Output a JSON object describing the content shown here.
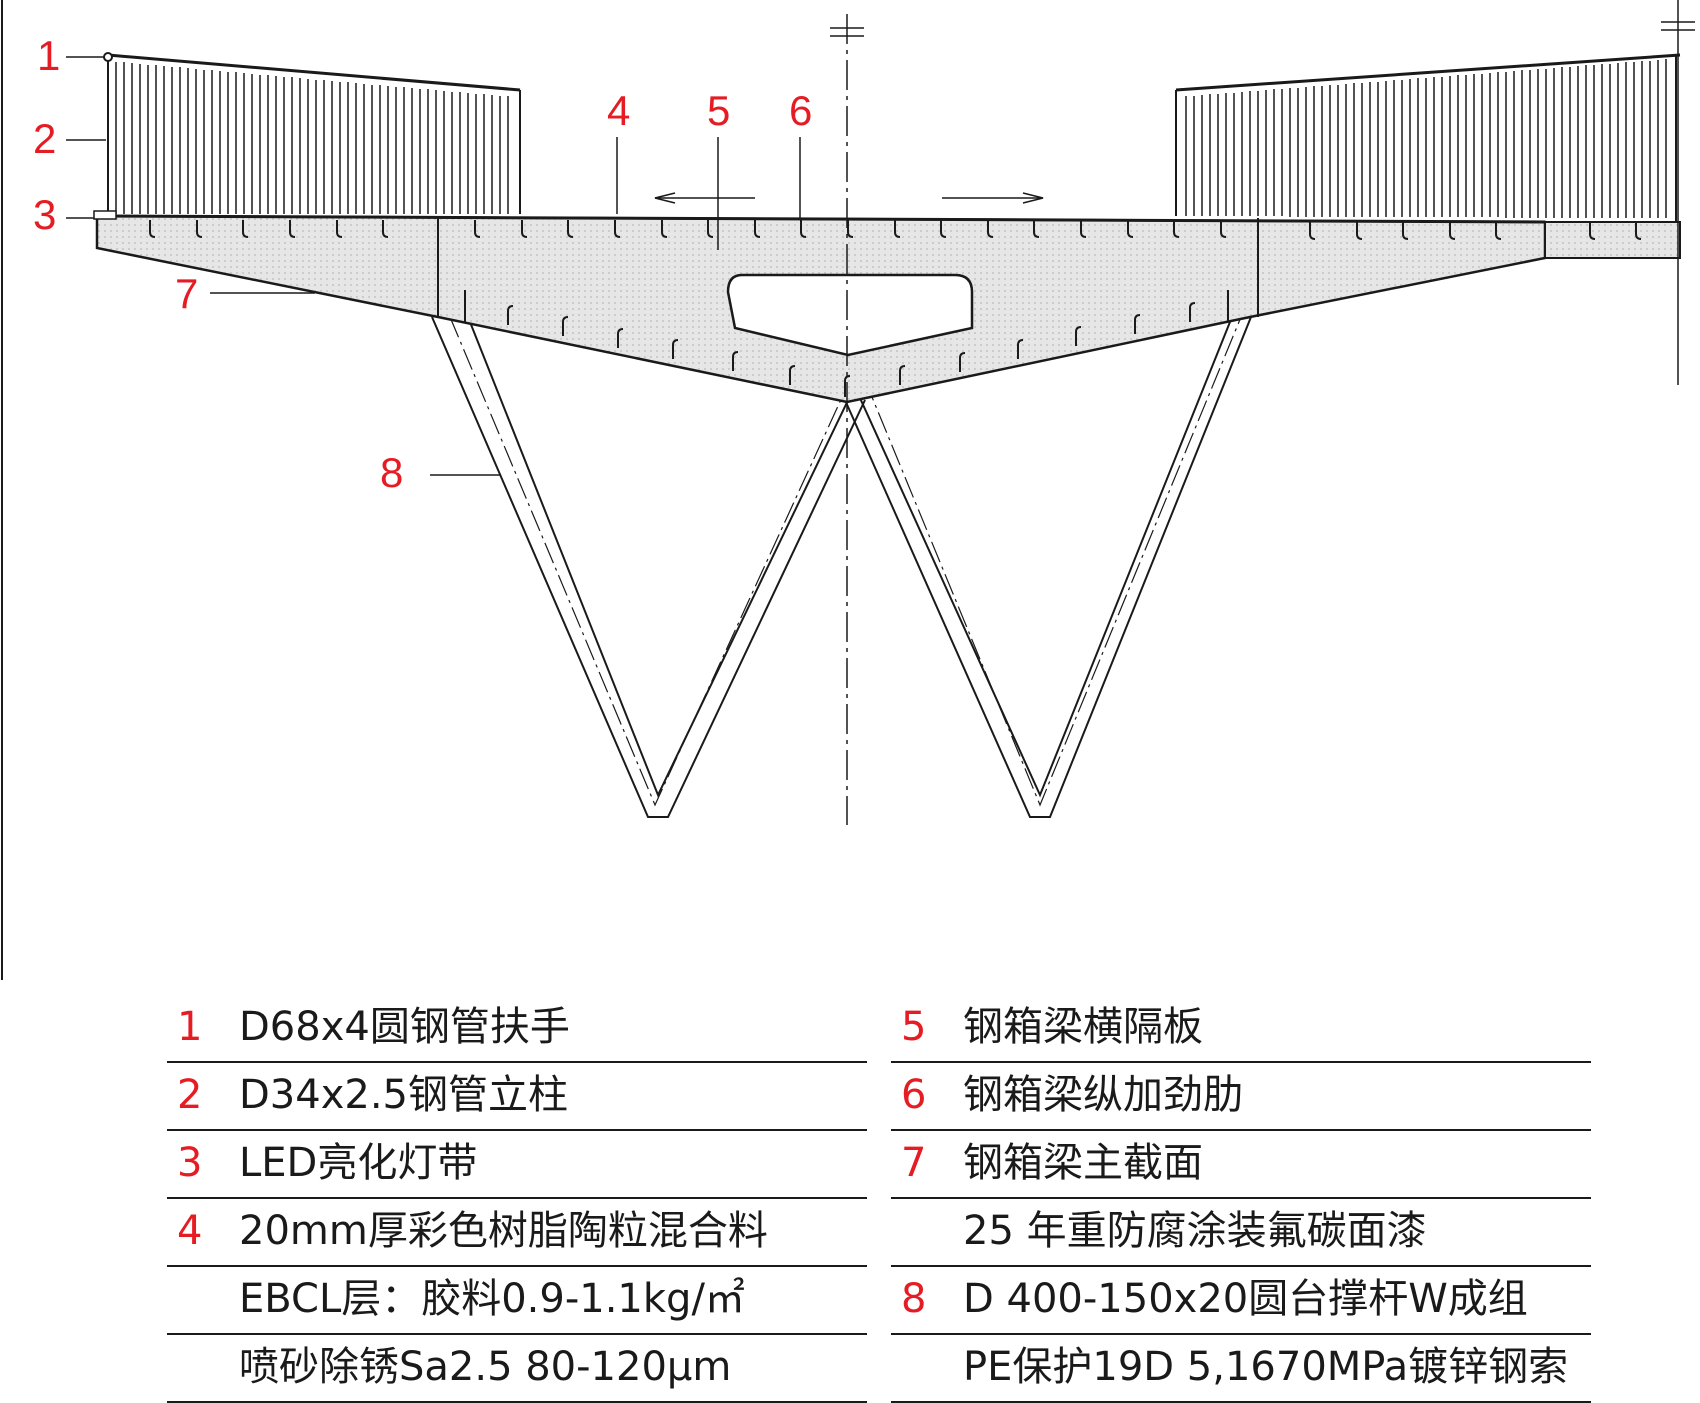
{
  "callouts": [
    "1",
    "2",
    "3",
    "4",
    "5",
    "6",
    "7",
    "8"
  ],
  "legend": {
    "left": [
      {
        "num": "1",
        "text": "D68x4圆钢管扶手"
      },
      {
        "num": "2",
        "text": "D34x2.5钢管立柱"
      },
      {
        "num": "3",
        "text": "LED亮化灯带"
      },
      {
        "num": "4",
        "text": "20mm厚彩色树脂陶粒混合料"
      },
      {
        "num": "",
        "text": "EBCL层：胶料0.9-1.1kg/㎡"
      },
      {
        "num": "",
        "text": "喷砂除锈Sa2.5 80-120μm"
      }
    ],
    "right": [
      {
        "num": "5",
        "text": "钢箱梁横隔板"
      },
      {
        "num": "6",
        "text": "钢箱梁纵加劲肋"
      },
      {
        "num": "7",
        "text": "钢箱梁主截面"
      },
      {
        "num": "",
        "text": "25 年重防腐涂装氟碳面漆"
      },
      {
        "num": "8",
        "text": "D 400-150x20圆台撑杆W成组"
      },
      {
        "num": "",
        "text": "PE保护19D 5,1670MPa镀锌钢索"
      }
    ]
  },
  "colors": {
    "callout": "#e51c23",
    "line": "#1a1a1a",
    "fill": "#e4e4e4"
  }
}
